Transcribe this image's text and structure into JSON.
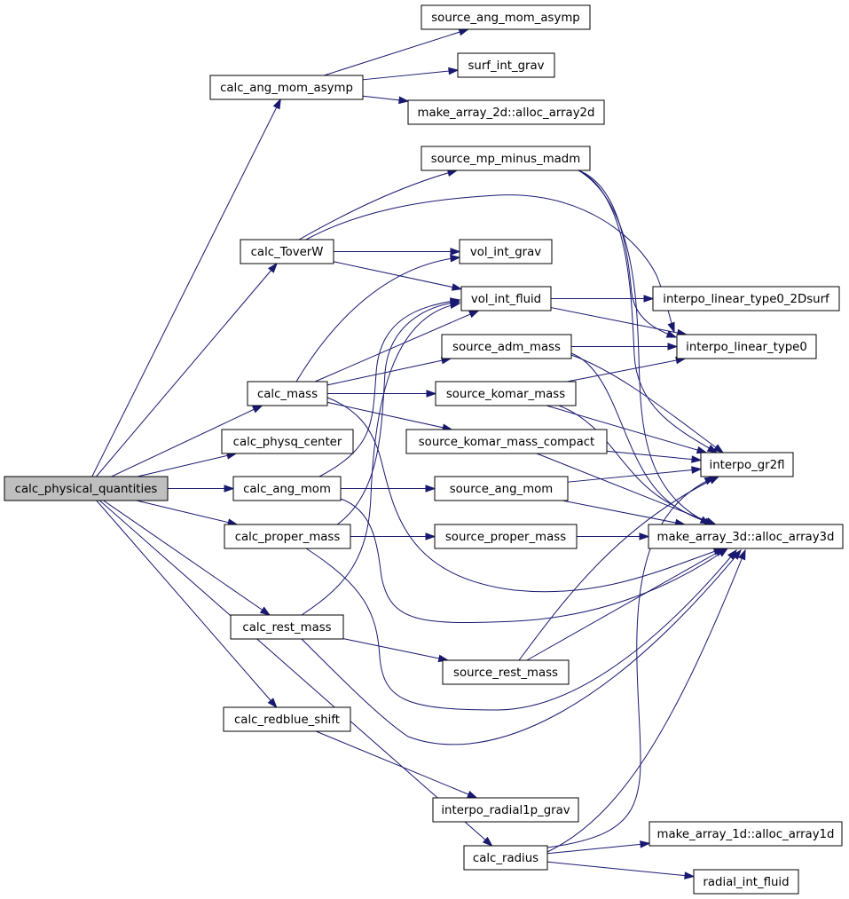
{
  "graph": {
    "nodes": [
      {
        "id": "calc_physical_quantities",
        "label": "calc_physical_quantities",
        "highlighted": true
      },
      {
        "id": "calc_ang_mom_asymp",
        "label": "calc_ang_mom_asymp"
      },
      {
        "id": "calc_ToverW",
        "label": "calc_ToverW"
      },
      {
        "id": "calc_mass",
        "label": "calc_mass"
      },
      {
        "id": "calc_physq_center",
        "label": "calc_physq_center"
      },
      {
        "id": "calc_ang_mom",
        "label": "calc_ang_mom"
      },
      {
        "id": "calc_proper_mass",
        "label": "calc_proper_mass"
      },
      {
        "id": "calc_rest_mass",
        "label": "calc_rest_mass"
      },
      {
        "id": "calc_redblue_shift",
        "label": "calc_redblue_shift"
      },
      {
        "id": "calc_radius",
        "label": "calc_radius"
      },
      {
        "id": "source_ang_mom_asymp",
        "label": "source_ang_mom_asymp"
      },
      {
        "id": "surf_int_grav",
        "label": "surf_int_grav"
      },
      {
        "id": "alloc_array2d",
        "label": "make_array_2d::alloc_array2d"
      },
      {
        "id": "source_mp_minus_madm",
        "label": "source_mp_minus_madm"
      },
      {
        "id": "vol_int_grav",
        "label": "vol_int_grav"
      },
      {
        "id": "vol_int_fluid",
        "label": "vol_int_fluid"
      },
      {
        "id": "source_adm_mass",
        "label": "source_adm_mass"
      },
      {
        "id": "source_komar_mass",
        "label": "source_komar_mass"
      },
      {
        "id": "source_komar_mass_compact",
        "label": "source_komar_mass_compact"
      },
      {
        "id": "source_ang_mom",
        "label": "source_ang_mom"
      },
      {
        "id": "source_proper_mass",
        "label": "source_proper_mass"
      },
      {
        "id": "source_rest_mass",
        "label": "source_rest_mass"
      },
      {
        "id": "interpo_radial1p_grav",
        "label": "interpo_radial1p_grav"
      },
      {
        "id": "interpo_linear_type0_2Dsurf",
        "label": "interpo_linear_type0_2Dsurf"
      },
      {
        "id": "interpo_linear_type0",
        "label": "interpo_linear_type0"
      },
      {
        "id": "interpo_gr2fl",
        "label": "interpo_gr2fl"
      },
      {
        "id": "alloc_array3d",
        "label": "make_array_3d::alloc_array3d"
      },
      {
        "id": "alloc_array1d",
        "label": "make_array_1d::alloc_array1d"
      },
      {
        "id": "radial_int_fluid",
        "label": "radial_int_fluid"
      }
    ],
    "edges": [
      {
        "from": "calc_physical_quantities",
        "to": "calc_ang_mom_asymp"
      },
      {
        "from": "calc_physical_quantities",
        "to": "calc_ToverW"
      },
      {
        "from": "calc_physical_quantities",
        "to": "calc_mass"
      },
      {
        "from": "calc_physical_quantities",
        "to": "calc_physq_center"
      },
      {
        "from": "calc_physical_quantities",
        "to": "calc_ang_mom"
      },
      {
        "from": "calc_physical_quantities",
        "to": "calc_proper_mass"
      },
      {
        "from": "calc_physical_quantities",
        "to": "calc_rest_mass"
      },
      {
        "from": "calc_physical_quantities",
        "to": "calc_redblue_shift"
      },
      {
        "from": "calc_physical_quantities",
        "to": "calc_radius"
      },
      {
        "from": "calc_ang_mom_asymp",
        "to": "source_ang_mom_asymp"
      },
      {
        "from": "calc_ang_mom_asymp",
        "to": "surf_int_grav"
      },
      {
        "from": "calc_ang_mom_asymp",
        "to": "alloc_array2d"
      },
      {
        "from": "calc_ToverW",
        "to": "source_mp_minus_madm"
      },
      {
        "from": "calc_ToverW",
        "to": "vol_int_grav"
      },
      {
        "from": "calc_ToverW",
        "to": "vol_int_fluid"
      },
      {
        "from": "calc_ToverW",
        "to": "interpo_linear_type0"
      },
      {
        "from": "calc_mass",
        "to": "vol_int_grav"
      },
      {
        "from": "calc_mass",
        "to": "vol_int_fluid"
      },
      {
        "from": "calc_mass",
        "to": "source_adm_mass"
      },
      {
        "from": "calc_mass",
        "to": "source_komar_mass"
      },
      {
        "from": "calc_mass",
        "to": "source_komar_mass_compact"
      },
      {
        "from": "calc_mass",
        "to": "alloc_array3d"
      },
      {
        "from": "calc_ang_mom",
        "to": "vol_int_fluid"
      },
      {
        "from": "calc_ang_mom",
        "to": "source_ang_mom"
      },
      {
        "from": "calc_ang_mom",
        "to": "alloc_array3d"
      },
      {
        "from": "calc_proper_mass",
        "to": "vol_int_fluid"
      },
      {
        "from": "calc_proper_mass",
        "to": "source_proper_mass"
      },
      {
        "from": "calc_proper_mass",
        "to": "alloc_array3d"
      },
      {
        "from": "calc_rest_mass",
        "to": "vol_int_fluid"
      },
      {
        "from": "calc_rest_mass",
        "to": "source_rest_mass"
      },
      {
        "from": "calc_rest_mass",
        "to": "alloc_array3d"
      },
      {
        "from": "calc_redblue_shift",
        "to": "interpo_radial1p_grav"
      },
      {
        "from": "calc_radius",
        "to": "interpo_gr2fl"
      },
      {
        "from": "calc_radius",
        "to": "alloc_array3d"
      },
      {
        "from": "calc_radius",
        "to": "alloc_array1d"
      },
      {
        "from": "calc_radius",
        "to": "radial_int_fluid"
      },
      {
        "from": "source_mp_minus_madm",
        "to": "interpo_linear_type0"
      },
      {
        "from": "source_mp_minus_madm",
        "to": "interpo_gr2fl"
      },
      {
        "from": "source_mp_minus_madm",
        "to": "alloc_array3d"
      },
      {
        "from": "vol_int_fluid",
        "to": "interpo_linear_type0_2Dsurf"
      },
      {
        "from": "vol_int_fluid",
        "to": "interpo_linear_type0"
      },
      {
        "from": "source_adm_mass",
        "to": "interpo_linear_type0"
      },
      {
        "from": "source_adm_mass",
        "to": "interpo_gr2fl"
      },
      {
        "from": "source_adm_mass",
        "to": "alloc_array3d"
      },
      {
        "from": "source_komar_mass",
        "to": "interpo_linear_type0"
      },
      {
        "from": "source_komar_mass",
        "to": "interpo_gr2fl"
      },
      {
        "from": "source_komar_mass",
        "to": "alloc_array3d"
      },
      {
        "from": "source_komar_mass_compact",
        "to": "interpo_gr2fl"
      },
      {
        "from": "source_komar_mass_compact",
        "to": "alloc_array3d"
      },
      {
        "from": "source_ang_mom",
        "to": "interpo_gr2fl"
      },
      {
        "from": "source_ang_mom",
        "to": "alloc_array3d"
      },
      {
        "from": "source_proper_mass",
        "to": "alloc_array3d"
      },
      {
        "from": "source_rest_mass",
        "to": "interpo_gr2fl"
      },
      {
        "from": "source_rest_mass",
        "to": "alloc_array3d"
      }
    ]
  }
}
